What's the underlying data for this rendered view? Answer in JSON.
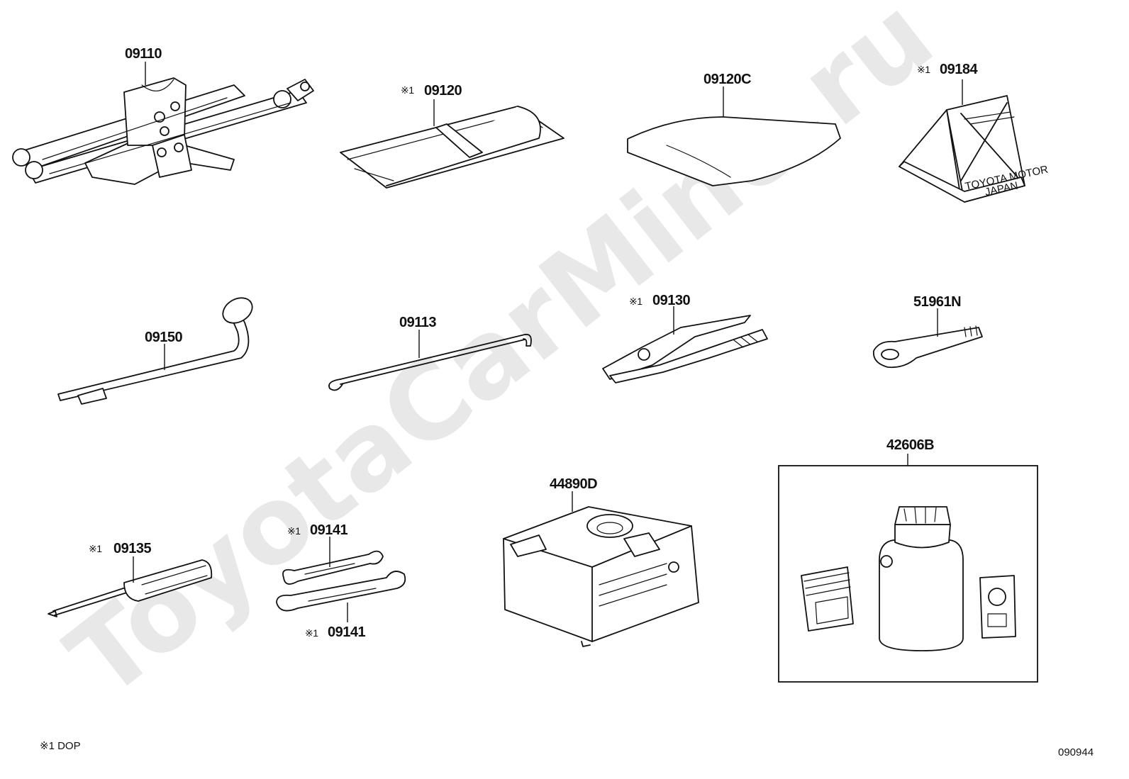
{
  "watermark": "ToyotaCarMine.ru",
  "parts": [
    {
      "id": "jack",
      "number": "09110",
      "ref": ""
    },
    {
      "id": "tool-bag",
      "number": "09120",
      "ref": "※1"
    },
    {
      "id": "tool-bag-c",
      "number": "09120C",
      "ref": ""
    },
    {
      "id": "warning-triangle",
      "number": "09184",
      "ref": "※1"
    },
    {
      "id": "lug-wrench",
      "number": "09150",
      "ref": ""
    },
    {
      "id": "jack-handle",
      "number": "09113",
      "ref": ""
    },
    {
      "id": "pliers",
      "number": "09130",
      "ref": "※1"
    },
    {
      "id": "towing-eye",
      "number": "51961N",
      "ref": ""
    },
    {
      "id": "screwdriver",
      "number": "09135",
      "ref": "※1"
    },
    {
      "id": "spanner-1",
      "number": "09141",
      "ref": "※1"
    },
    {
      "id": "spanner-2",
      "number": "09141",
      "ref": "※1"
    },
    {
      "id": "compressor",
      "number": "44890D",
      "ref": ""
    },
    {
      "id": "repair-kit",
      "number": "42606B",
      "ref": ""
    }
  ],
  "triangle_text": {
    "line1": "TOYOTA MOTOR",
    "line2": "JAPAN"
  },
  "footnote": "※1 DOP",
  "diagram_code": "090944"
}
